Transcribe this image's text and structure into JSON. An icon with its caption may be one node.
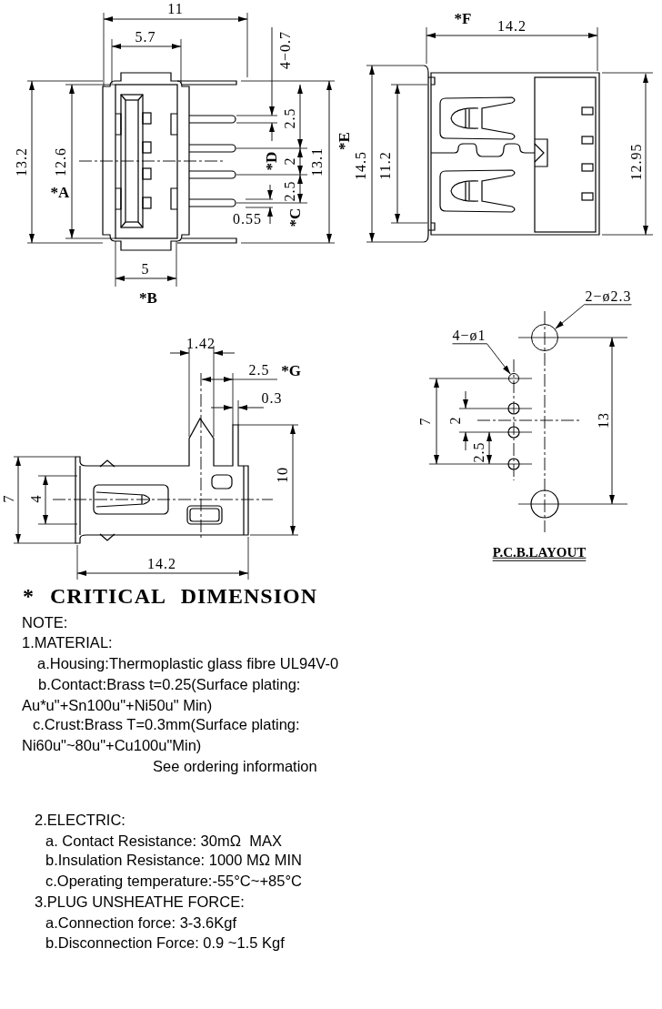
{
  "diagram": {
    "nodes": [
      {
        "text": [
          "2−ø2.3"
        ]
      },
      {
        "text": [],
        "shape": "circle"
      },
      {
        "text": [
          "4−ø1"
        ]
      },
      {
        "text": [],
        "shape": "circle"
      }
    ],
    "edges": [
      {
        "from": 0,
        "to": 1,
        "arrow": "to"
      },
      {
        "from": 2,
        "to": 3,
        "arrow": "to"
      }
    ],
    "labels": [
      "11",
      "5.7",
      "4−0.7",
      "2.5",
      "13.2",
      "12.6",
      "*D",
      "2",
      "13.1",
      "*A",
      "2.5",
      "*C",
      "0.55",
      "5",
      "*B",
      "*F",
      "14.2",
      "*E",
      "14.5",
      "11.2",
      "12.95",
      "1.42",
      "2.5",
      "*G",
      "0.3",
      "7",
      "4",
      "10",
      "14.2",
      "7",
      "2",
      "2.5",
      "13",
      "P.C.B.LAYOUT",
      "* CRITICAL DIMENSION",
      "NOTE:",
      "1.MATERIAL:",
      "a.Housing:Thermoplastic glass fibre UL94V-0",
      "b.Contact:Brass t=0.25(Surface plating: Au*u\"+Sn100u\"+Ni50u\" Min)",
      "c.Crust:Brass T=0.3mm(Surface plating: Ni60u\"~80u\"+Cu100u\"Min)",
      "See ordering information",
      "2.ELECTRIC:",
      "a. Contact Resistance: 30mΩ  MAX",
      "b.Insulation Resistance: 1000 MΩ MIN",
      "c.Operating temperature:-55°C~+85°C",
      "3.PLUG UNSHEATHE FORCE:",
      "a.Connection force: 3-3.6Kgf",
      "b.Disconnection Force: 0.9 ~1.5 Kgf"
    ]
  }
}
